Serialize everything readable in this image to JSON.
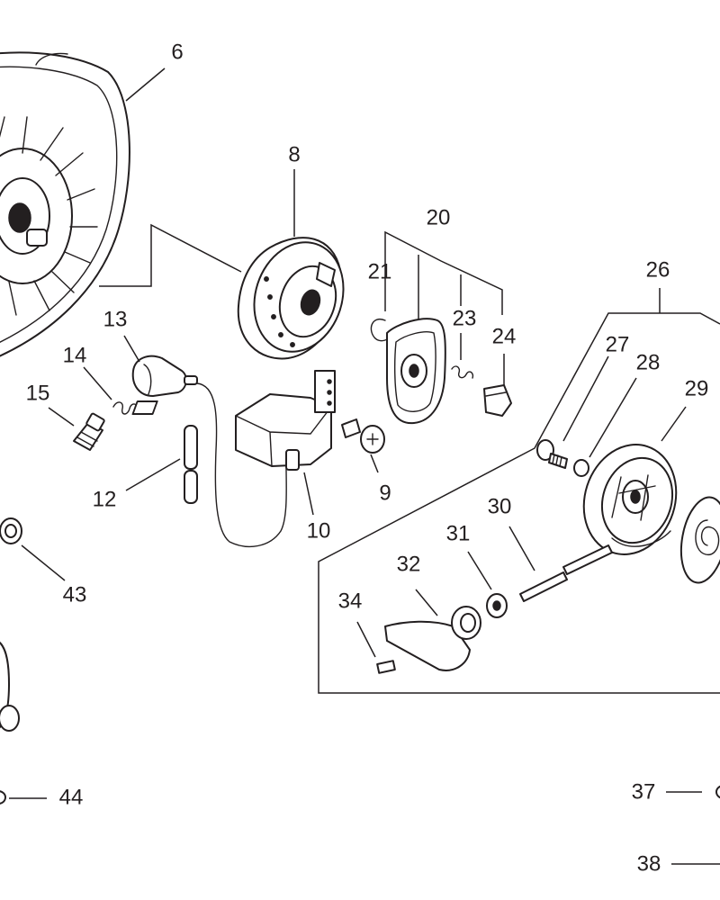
{
  "callouts": [
    {
      "id": "6",
      "label": "6"
    },
    {
      "id": "8",
      "label": "8"
    },
    {
      "id": "20",
      "label": "20"
    },
    {
      "id": "21",
      "label": "21"
    },
    {
      "id": "23",
      "label": "23"
    },
    {
      "id": "24",
      "label": "24"
    },
    {
      "id": "26",
      "label": "26"
    },
    {
      "id": "27",
      "label": "27"
    },
    {
      "id": "28",
      "label": "28"
    },
    {
      "id": "29",
      "label": "29"
    },
    {
      "id": "13",
      "label": "13"
    },
    {
      "id": "14",
      "label": "14"
    },
    {
      "id": "15",
      "label": "15"
    },
    {
      "id": "12",
      "label": "12"
    },
    {
      "id": "10",
      "label": "10"
    },
    {
      "id": "9",
      "label": "9"
    },
    {
      "id": "30",
      "label": "30"
    },
    {
      "id": "31",
      "label": "31"
    },
    {
      "id": "32",
      "label": "32"
    },
    {
      "id": "34",
      "label": "34"
    },
    {
      "id": "43",
      "label": "43"
    },
    {
      "id": "44",
      "label": "44"
    },
    {
      "id": "37",
      "label": "37"
    },
    {
      "id": "38",
      "label": "38"
    }
  ],
  "colors": {
    "ink": "#231f20",
    "paper": "#ffffff"
  }
}
